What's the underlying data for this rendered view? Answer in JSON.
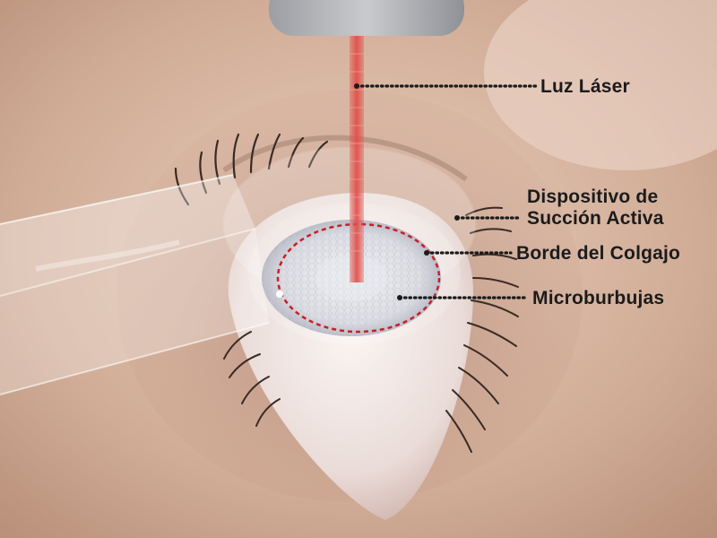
{
  "labels": {
    "laser": "Luz Láser",
    "suction_line1": "Dispositivo de",
    "suction_line2": "Succión Activa",
    "flap_edge": "Borde del Colgajo",
    "microbubbles": "Microburbujas"
  },
  "colors": {
    "skin": "#d9b9a6",
    "laser": "#e0504a",
    "flap_edge": "#c81e28",
    "leader": "#1b1b1b"
  }
}
